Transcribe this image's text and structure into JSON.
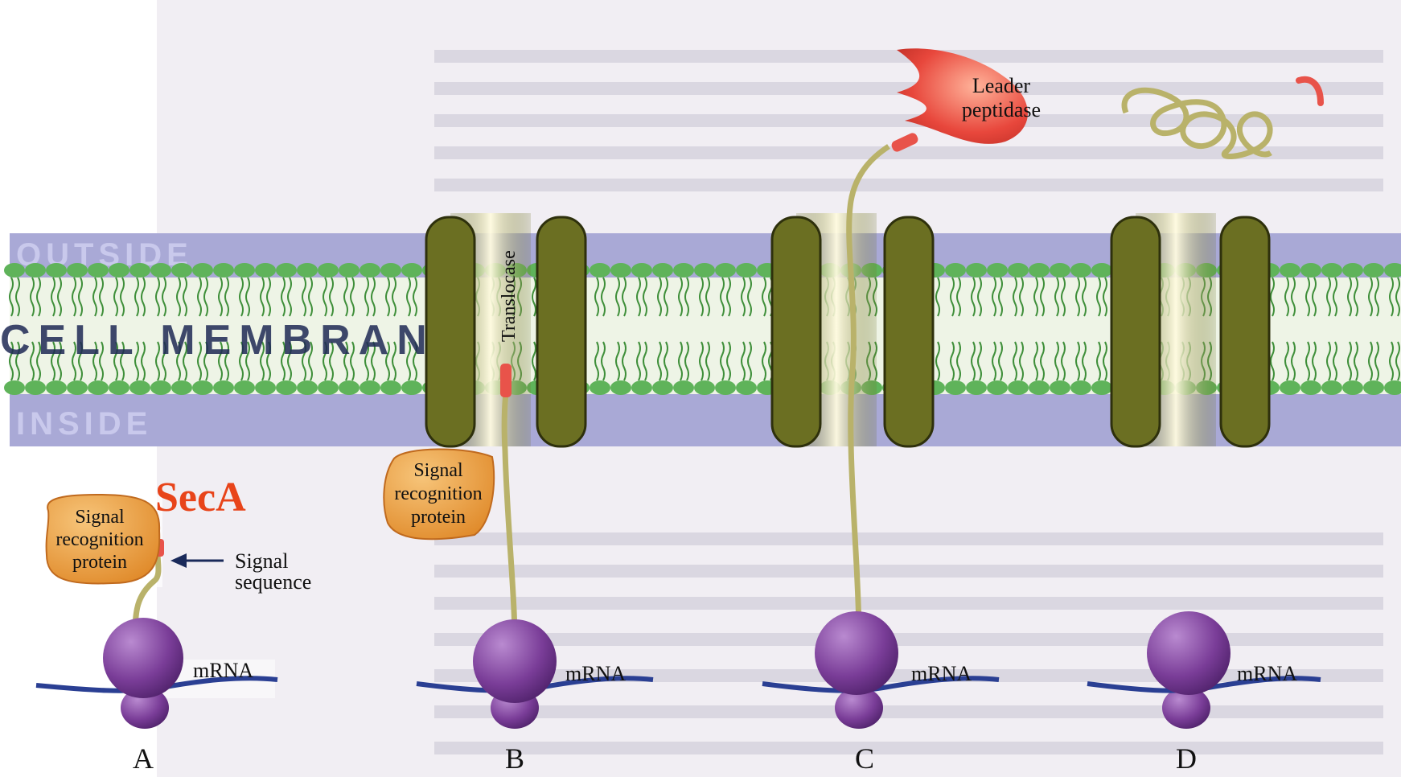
{
  "colors": {
    "background_page": "#f1eef3",
    "membrane_band": "#a9a9d6",
    "lipid_head": "#5fb35a",
    "lipid_tail": "#3f8f3a",
    "translocase": "#6b6f22",
    "ribosome": "#7a3d98",
    "mrna": "#2a3f93",
    "srp": "#e89a3c",
    "signal_sequence": "#e8534a",
    "leader_peptidase": "#e8473c",
    "peptide_chain": "#b9b26a",
    "seca_text": "#e8441a"
  },
  "labels": {
    "outside": "OUTSIDE",
    "inside": "INSIDE",
    "cell_membrane": "CELL MEMBRANE",
    "translocase": "Translocase",
    "leader_peptidase_line1": "Leader",
    "leader_peptidase_line2": "peptidase",
    "seca": "SecA",
    "srp_line1": "Signal",
    "srp_line2": "recognition",
    "srp_line3": "protein",
    "signal_seq_line1": "Signal",
    "signal_seq_line2": "sequence",
    "mrna": "mRNA",
    "panel_a": "A",
    "panel_b": "B",
    "panel_c": "C",
    "panel_d": "D"
  }
}
